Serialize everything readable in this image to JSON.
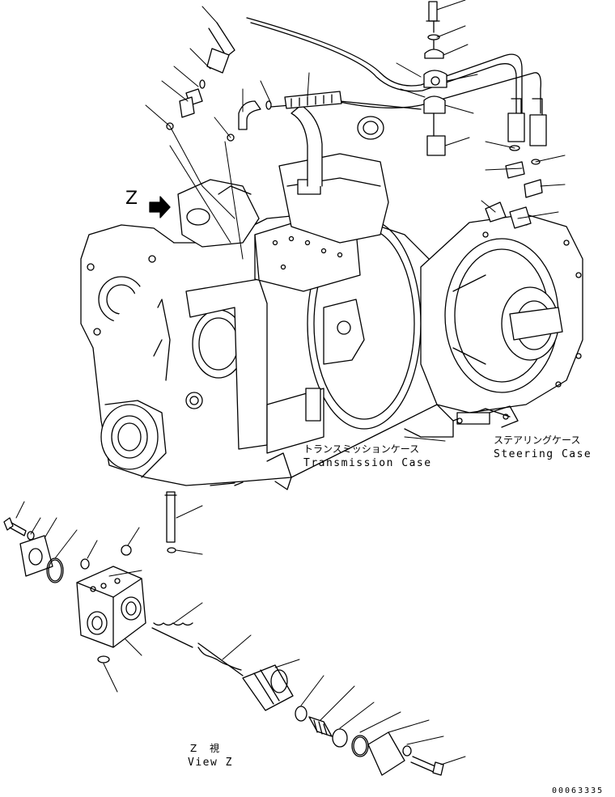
{
  "labels": {
    "transmission_case_jp": "トランスミッションケース",
    "transmission_case_en": "Transmission Case",
    "steering_case_jp": "ステアリングケース",
    "steering_case_en": "Steering Case",
    "view_marker": "Z",
    "view_z_jp": "Z 視",
    "view_z_en": "View Z",
    "drawing_number": "00063335"
  },
  "colors": {
    "ink": "#000000",
    "paper": "#ffffff"
  }
}
